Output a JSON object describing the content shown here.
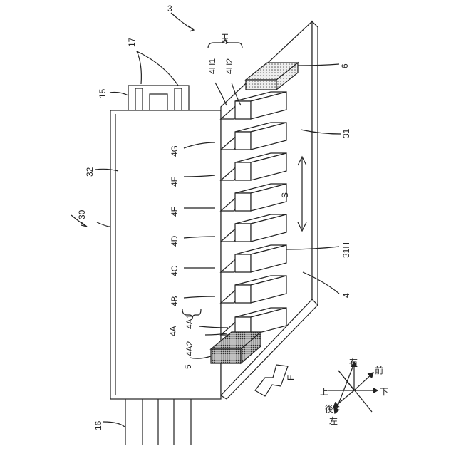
{
  "labels": {
    "device": "3",
    "unit": "30",
    "tray": "31",
    "tray_hole": "31H",
    "housing": "32",
    "connector": "15",
    "cable": "16",
    "terminals": "17",
    "sheet_group": "4",
    "block_end": "6",
    "block_start": "5",
    "sheet_4A": "4A",
    "sheet_4A1": "4A1",
    "sheet_4A2": "4A2",
    "sheet_4B": "4B",
    "sheet_4C": "4C",
    "sheet_4D": "4D",
    "sheet_4E": "4E",
    "sheet_4F": "4F",
    "sheet_4G": "4G",
    "sheet_4H": "4H",
    "sheet_4H1": "4H1",
    "sheet_4H2": "4H2",
    "slide_dir": "S",
    "feed_dir": "F"
  },
  "compass": {
    "up": "上",
    "down": "下",
    "left": "左",
    "right": "右",
    "front": "前",
    "back": "後"
  },
  "colors": {
    "line": "#222222",
    "fill": "#ffffff",
    "dots": "#b8b8b8",
    "dark_dots": "#888888"
  }
}
